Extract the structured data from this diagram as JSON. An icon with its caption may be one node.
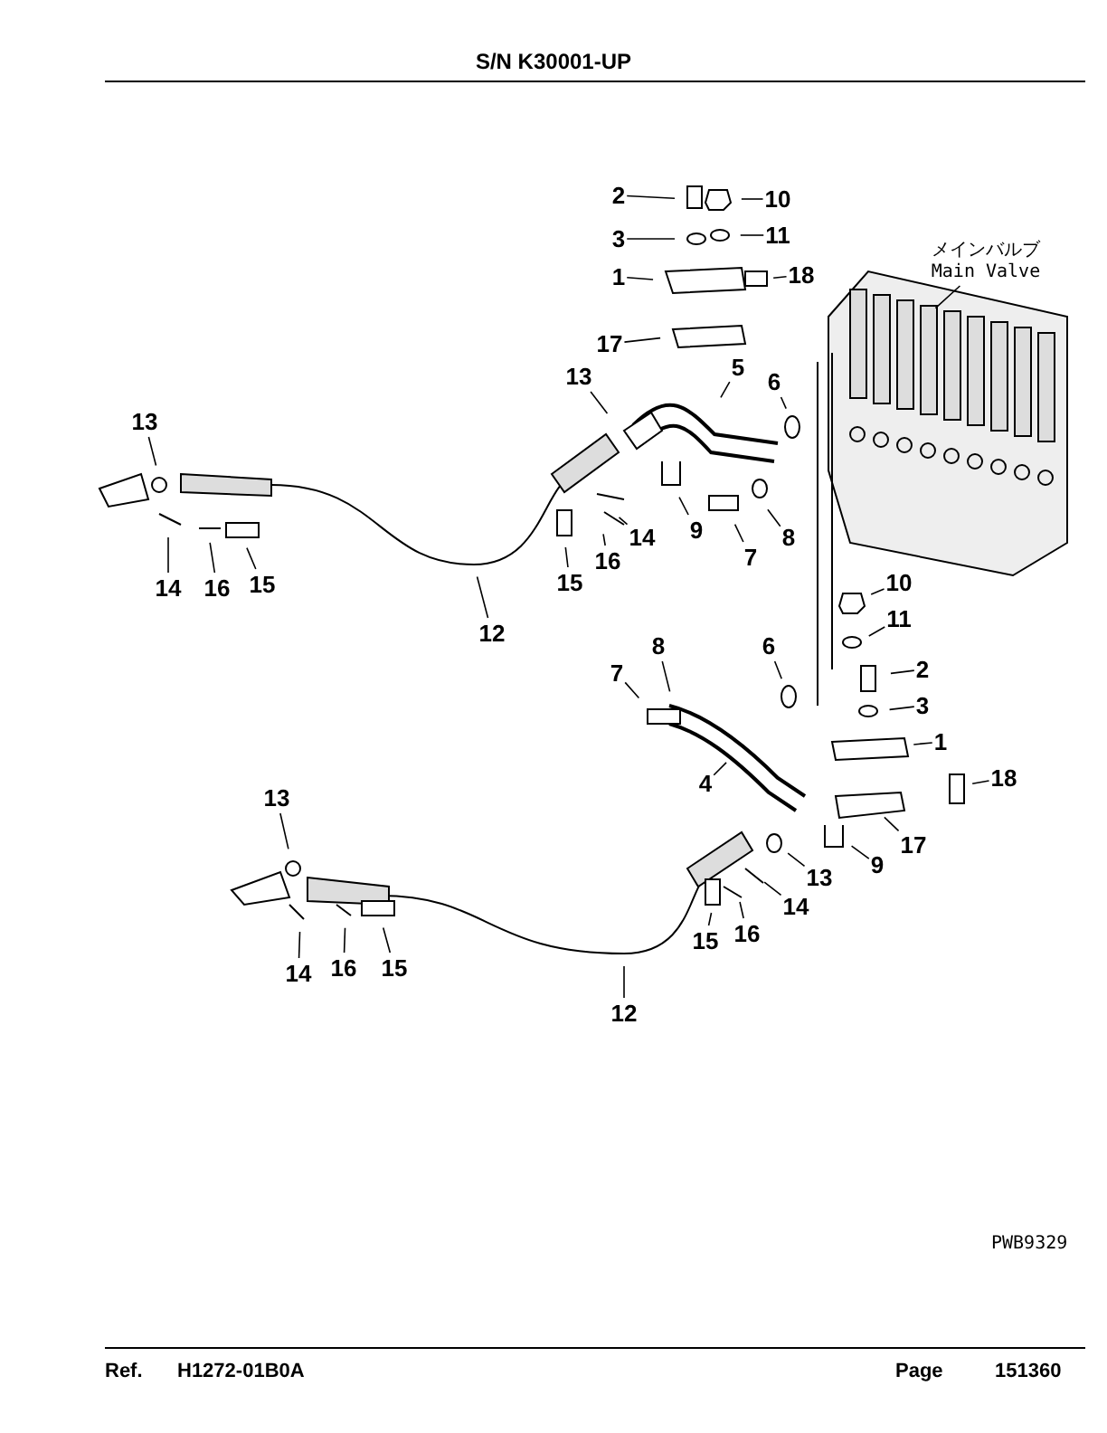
{
  "diagram": {
    "title": "S/N K30001-UP",
    "nodes": [
      {
        "text": [
          "2"
        ]
      },
      {
        "text": [
          "10"
        ]
      },
      {
        "text": [
          "3"
        ]
      },
      {
        "text": [
          "11"
        ]
      },
      {
        "text": [
          "1"
        ]
      },
      {
        "text": [
          "18"
        ]
      },
      {
        "text": [
          "メインバルブ",
          "Main Valve"
        ]
      },
      {
        "text": [
          "17"
        ]
      },
      {
        "text": [
          "5"
        ]
      },
      {
        "text": [
          "13"
        ]
      },
      {
        "text": [
          "6"
        ]
      },
      {
        "text": [
          "13"
        ]
      },
      {
        "text": [
          "9"
        ]
      },
      {
        "text": [
          "8"
        ]
      },
      {
        "text": [
          "14"
        ]
      },
      {
        "text": [
          "7"
        ]
      },
      {
        "text": [
          "16"
        ]
      },
      {
        "text": [
          "15"
        ]
      },
      {
        "text": [
          "14"
        ]
      },
      {
        "text": [
          "16"
        ]
      },
      {
        "text": [
          "15"
        ]
      },
      {
        "text": [
          "12"
        ]
      },
      {
        "text": [
          "10"
        ]
      },
      {
        "text": [
          "11"
        ]
      },
      {
        "text": [
          "8"
        ]
      },
      {
        "text": [
          "6"
        ]
      },
      {
        "text": [
          "2"
        ]
      },
      {
        "text": [
          "7"
        ]
      },
      {
        "text": [
          "3"
        ]
      },
      {
        "text": [
          "1"
        ]
      },
      {
        "text": [
          "18"
        ]
      },
      {
        "text": [
          "4"
        ]
      },
      {
        "text": [
          "13"
        ]
      },
      {
        "text": [
          "17"
        ]
      },
      {
        "text": [
          "9"
        ]
      },
      {
        "text": [
          "13"
        ]
      },
      {
        "text": [
          "14"
        ]
      },
      {
        "text": [
          "16"
        ]
      },
      {
        "text": [
          "15"
        ]
      },
      {
        "text": [
          "14"
        ]
      },
      {
        "text": [
          "16"
        ]
      },
      {
        "text": [
          "15"
        ]
      },
      {
        "text": [
          "12"
        ]
      }
    ],
    "edges": [
      {
        "from": 0,
        "to": null,
        "arrow": "none"
      },
      {
        "from": 1,
        "to": null,
        "arrow": "none"
      },
      {
        "from": 2,
        "to": null,
        "arrow": "none"
      },
      {
        "from": 3,
        "to": null,
        "arrow": "none"
      },
      {
        "from": 4,
        "to": null,
        "arrow": "none"
      },
      {
        "from": 5,
        "to": null,
        "arrow": "none"
      },
      {
        "from": 6,
        "to": null,
        "arrow": "none"
      },
      {
        "from": 7,
        "to": null,
        "arrow": "none"
      },
      {
        "from": 8,
        "to": null,
        "arrow": "none"
      },
      {
        "from": 9,
        "to": null,
        "arrow": "none"
      },
      {
        "from": 10,
        "to": null,
        "arrow": "none"
      },
      {
        "from": 11,
        "to": null,
        "arrow": "none"
      },
      {
        "from": 12,
        "to": null,
        "arrow": "none"
      },
      {
        "from": 13,
        "to": null,
        "arrow": "none"
      },
      {
        "from": 14,
        "to": null,
        "arrow": "none"
      },
      {
        "from": 15,
        "to": null,
        "arrow": "none"
      },
      {
        "from": 16,
        "to": null,
        "arrow": "none"
      },
      {
        "from": 17,
        "to": null,
        "arrow": "none"
      },
      {
        "from": 18,
        "to": null,
        "arrow": "none"
      },
      {
        "from": 19,
        "to": null,
        "arrow": "none"
      },
      {
        "from": 20,
        "to": null,
        "arrow": "none"
      },
      {
        "from": 21,
        "to": null,
        "arrow": "none"
      },
      {
        "from": 22,
        "to": null,
        "arrow": "none"
      },
      {
        "from": 23,
        "to": null,
        "arrow": "none"
      },
      {
        "from": 24,
        "to": null,
        "arrow": "none"
      },
      {
        "from": 25,
        "to": null,
        "arrow": "none"
      },
      {
        "from": 26,
        "to": null,
        "arrow": "none"
      },
      {
        "from": 27,
        "to": null,
        "arrow": "none"
      },
      {
        "from": 28,
        "to": null,
        "arrow": "none"
      },
      {
        "from": 29,
        "to": null,
        "arrow": "none"
      },
      {
        "from": 30,
        "to": null,
        "arrow": "none"
      },
      {
        "from": 31,
        "to": null,
        "arrow": "none"
      },
      {
        "from": 32,
        "to": null,
        "arrow": "none"
      },
      {
        "from": 33,
        "to": null,
        "arrow": "none"
      },
      {
        "from": 34,
        "to": null,
        "arrow": "none"
      },
      {
        "from": 35,
        "to": null,
        "arrow": "none"
      },
      {
        "from": 36,
        "to": null,
        "arrow": "none"
      },
      {
        "from": 37,
        "to": null,
        "arrow": "none"
      },
      {
        "from": 38,
        "to": null,
        "arrow": "none"
      },
      {
        "from": 39,
        "to": null,
        "arrow": "none"
      },
      {
        "from": 40,
        "to": null,
        "arrow": "none"
      },
      {
        "from": 41,
        "to": null,
        "arrow": "none"
      },
      {
        "from": 42,
        "to": null,
        "arrow": "none"
      }
    ],
    "labels": [
      "PWB9329",
      "Ref.",
      "H1272-01B0A",
      "Page",
      "151360"
    ]
  }
}
